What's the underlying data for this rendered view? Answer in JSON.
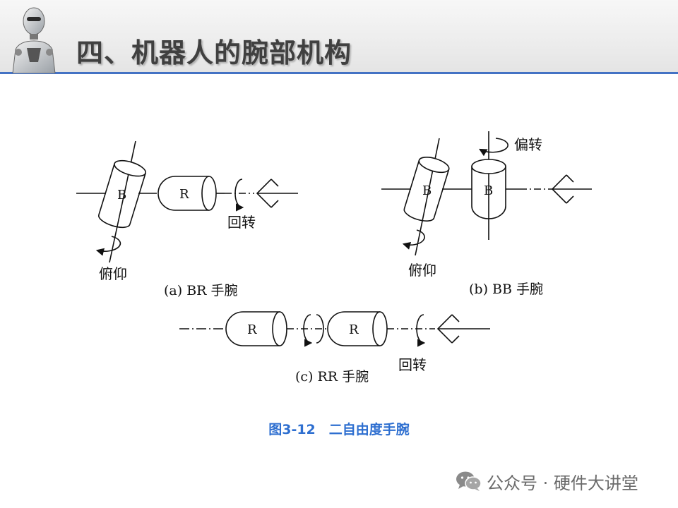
{
  "header": {
    "title": "四、机器人的腕部机构"
  },
  "diagram": {
    "panel_a": {
      "joint1_letter": "B",
      "joint2_letter": "R",
      "label_pitch": "俯仰",
      "label_roll": "回转",
      "caption": "(a) BR 手腕"
    },
    "panel_b": {
      "joint1_letter": "B",
      "joint2_letter": "B",
      "label_yaw": "偏转",
      "label_pitch": "俯仰",
      "caption": "(b) BB 手腕"
    },
    "panel_c": {
      "joint1_letter": "R",
      "joint2_letter": "R",
      "label_roll": "回转",
      "caption": "(c) RR 手腕"
    }
  },
  "figure_caption": "图3-12　二自由度手腕",
  "watermark": {
    "text": "公众号 · 硬件大讲堂",
    "icon": "wechat-icon"
  },
  "colors": {
    "accent_blue": "#4472c4",
    "caption_blue": "#2e6fd0",
    "title_gray": "#404040"
  }
}
